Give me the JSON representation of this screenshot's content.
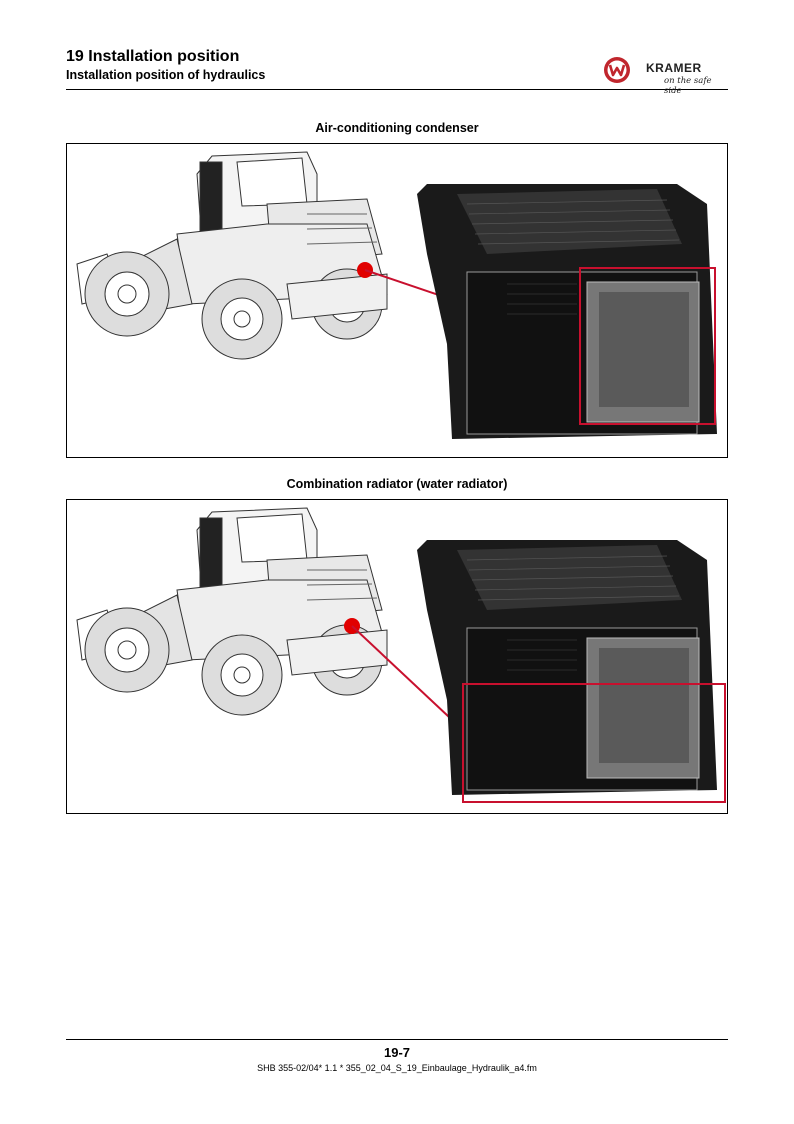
{
  "header": {
    "title": "19 Installation position",
    "subtitle": "Installation position of hydraulics"
  },
  "brand": {
    "name": "KRAMER",
    "tagline": "on the safe side",
    "emblem_icon": "kramer-w-emblem-icon",
    "accent_color": "#c0262d"
  },
  "figures": [
    {
      "caption": "Air-conditioning condenser",
      "highlight_color": "#c8102e"
    },
    {
      "caption": "Combination radiator (water radiator)",
      "highlight_color": "#c8102e"
    }
  ],
  "footer": {
    "page_number": "19-7",
    "reference": "SHB 355-02/04*  1.1 * 355_02_04_S_19_Einbaulage_Hydraulik_a4.fm"
  }
}
